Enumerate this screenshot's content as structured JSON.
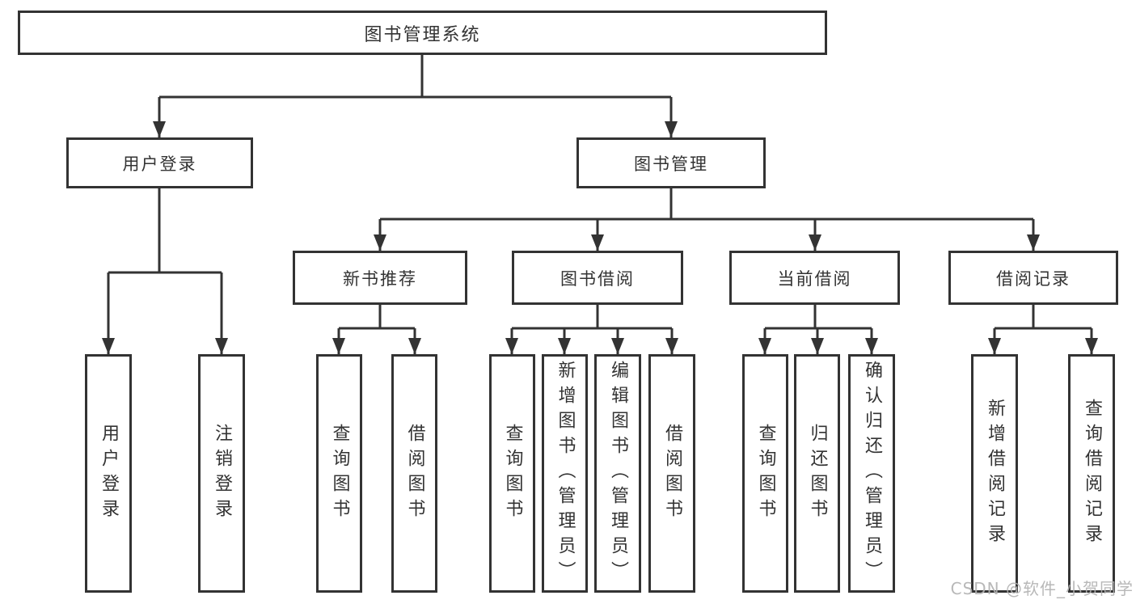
{
  "colors": {
    "line": "#333333",
    "box_border": "#333333",
    "text": "#333333",
    "background": "#ffffff",
    "watermark": "#b2b2b2"
  },
  "watermark": {
    "text": "CSDN @软件_小贺同学"
  },
  "tree": {
    "root": {
      "label": "图书管理系统"
    },
    "branches": [
      {
        "label": "用户登录",
        "leaves": [
          {
            "label": "用户登录"
          },
          {
            "label": "注销登录"
          }
        ]
      },
      {
        "label": "图书管理",
        "sections": [
          {
            "label": "新书推荐",
            "leaves": [
              {
                "label": "查询图书"
              },
              {
                "label": "借阅图书"
              }
            ]
          },
          {
            "label": "图书借阅",
            "leaves": [
              {
                "label": "查询图书"
              },
              {
                "label": "新增图书（管理员）"
              },
              {
                "label": "编辑图书（管理员）"
              },
              {
                "label": "借阅图书"
              }
            ]
          },
          {
            "label": "当前借阅",
            "leaves": [
              {
                "label": "查询图书"
              },
              {
                "label": "归还图书"
              },
              {
                "label": "确认归还（管理员）"
              }
            ]
          },
          {
            "label": "借阅记录",
            "leaves": [
              {
                "label": "新增借阅记录"
              },
              {
                "label": "查询借阅记录"
              }
            ]
          }
        ]
      }
    ]
  }
}
